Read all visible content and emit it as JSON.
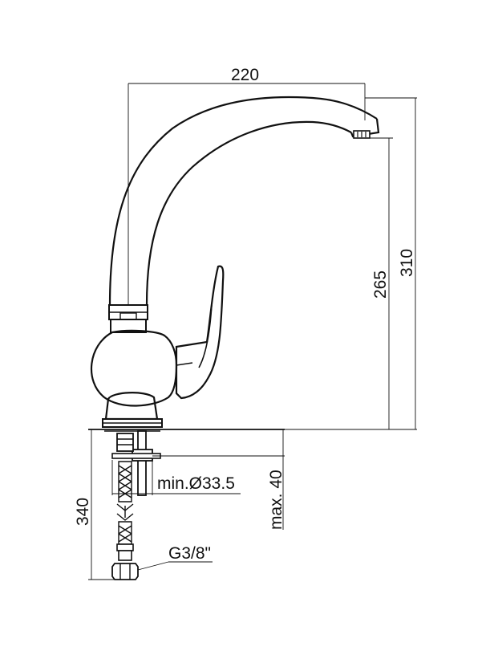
{
  "dimensions": {
    "spout_reach": "220",
    "spout_height": "265",
    "total_height": "310",
    "hose_length": "340",
    "hole_diameter": "min.Ø33.5",
    "max_deck_thickness": "max. 40",
    "thread_size": "G3/8\""
  }
}
